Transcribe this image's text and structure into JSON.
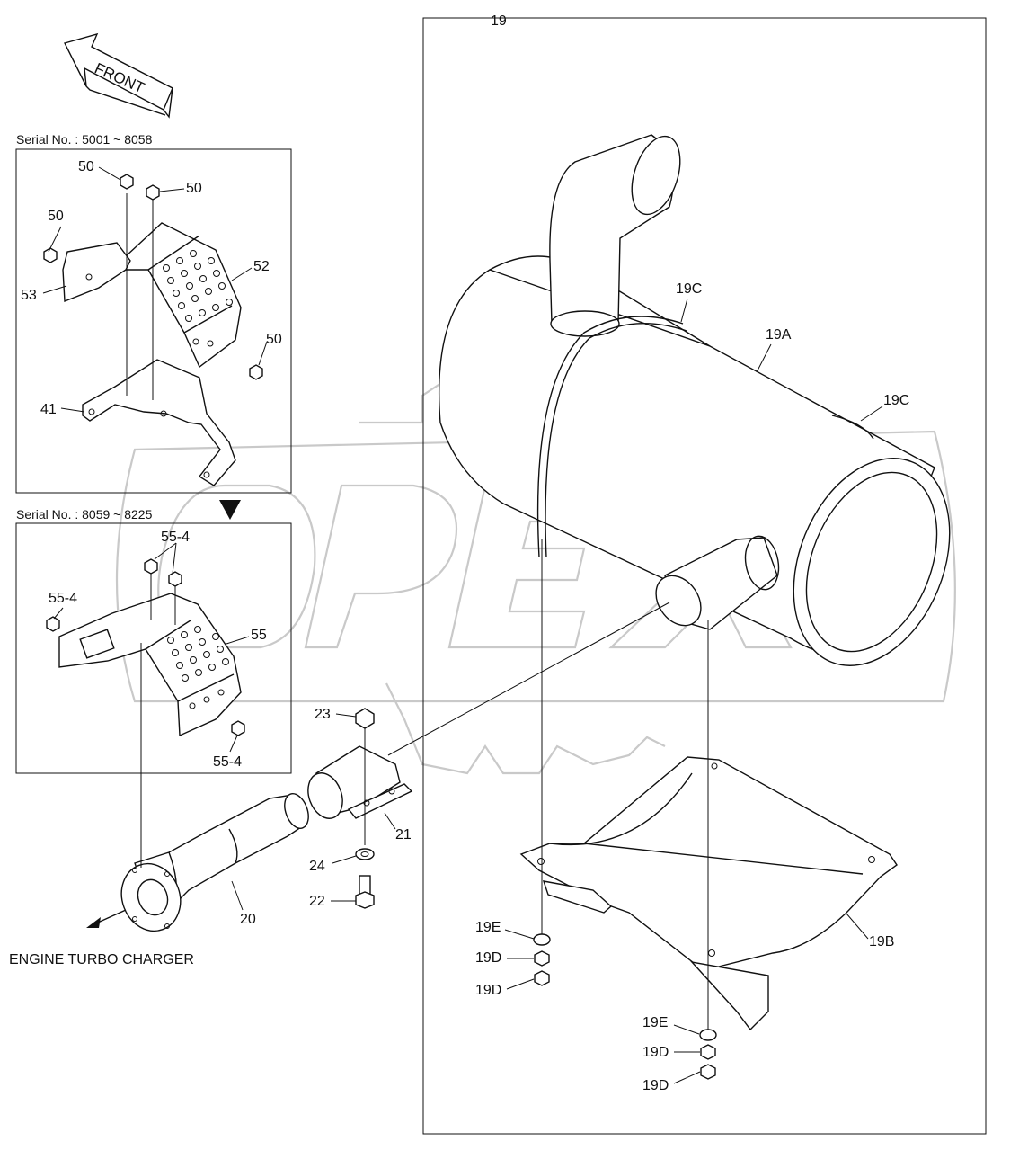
{
  "diagram": {
    "assembly_ref": "19",
    "front_label": "FRONT",
    "watermark": "OPEX",
    "serial_box_1": "Serial No. : 5001 ~ 8058",
    "serial_box_2": "Serial No. : 8059 ~ 8225",
    "engine_note": "ENGINE TURBO CHARGER",
    "callouts": {
      "c50a": "50",
      "c50b": "50",
      "c50c": "50",
      "c50d": "50",
      "c52": "52",
      "c53": "53",
      "c41": "41",
      "c554a": "55-4",
      "c554b": "55-4",
      "c554c": "55-4",
      "c55": "55",
      "c23": "23",
      "c21": "21",
      "c24": "24",
      "c22": "22",
      "c20": "20",
      "c19A": "19A",
      "c19B": "19B",
      "c19C1": "19C",
      "c19C2": "19C",
      "c19E1": "19E",
      "c19D1": "19D",
      "c19D2": "19D",
      "c19E2": "19E",
      "c19D3": "19D",
      "c19D4": "19D"
    }
  }
}
